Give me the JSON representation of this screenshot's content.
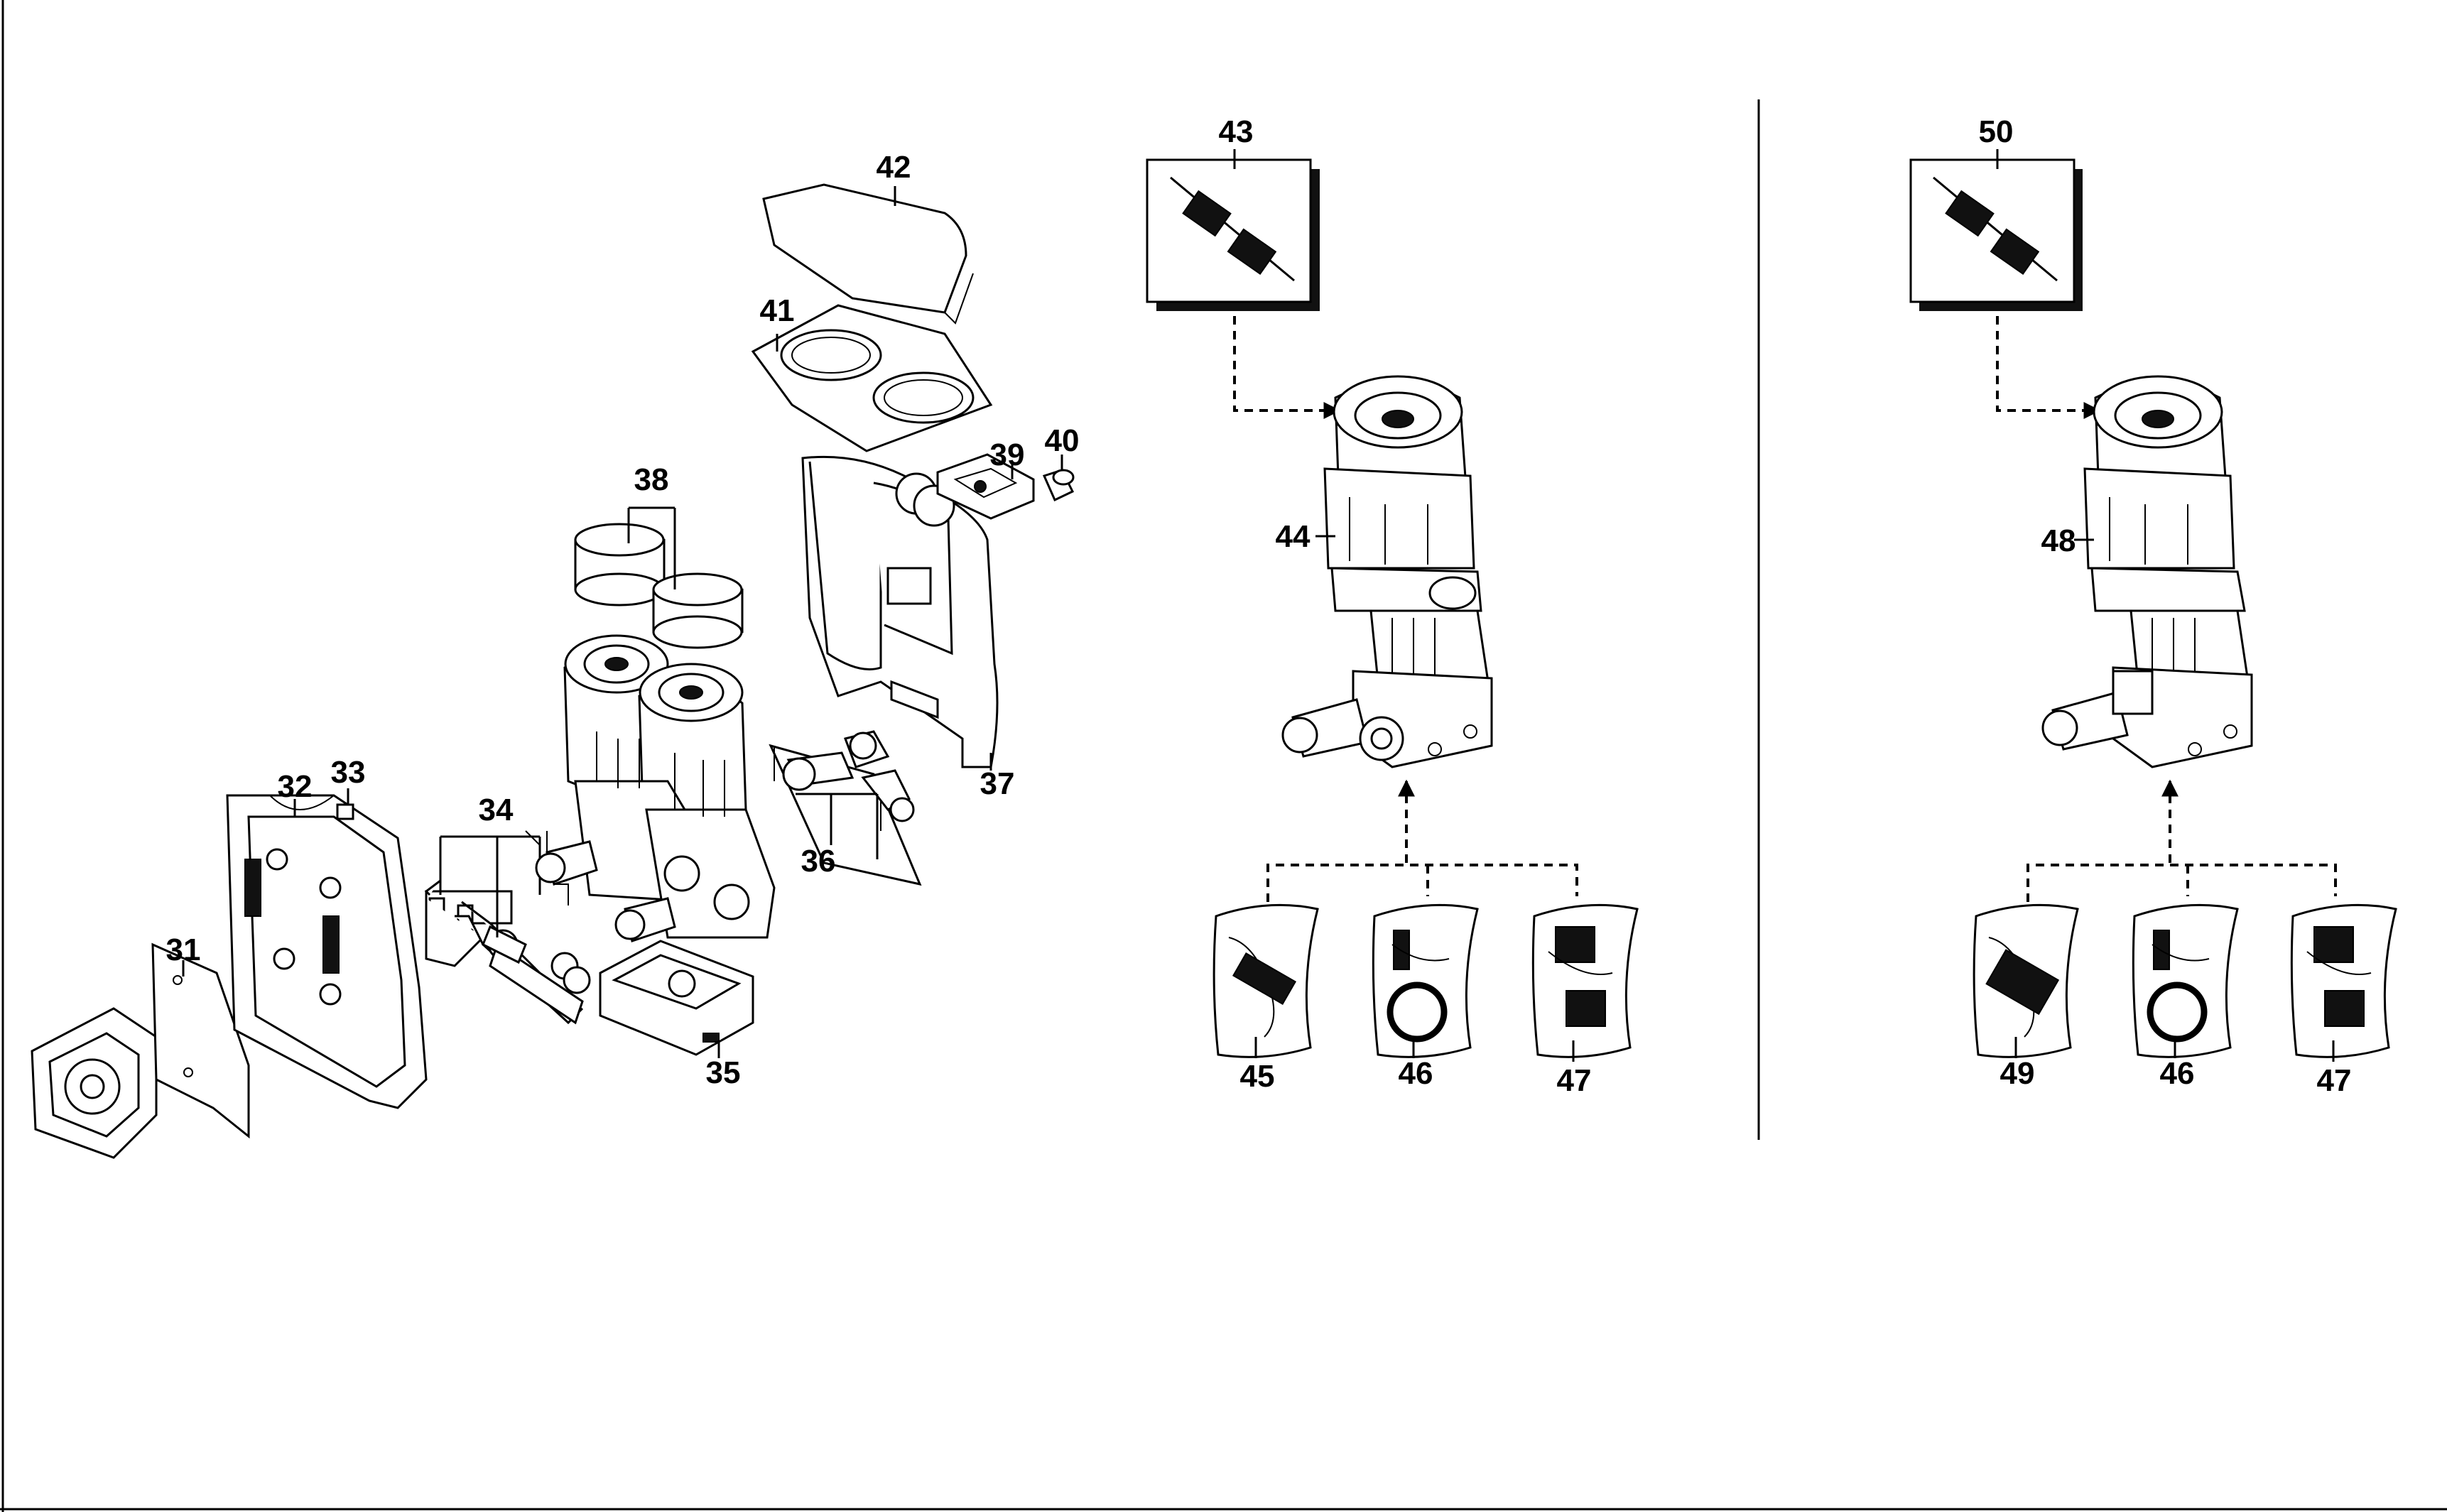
{
  "diagram": {
    "labels": {
      "p31": "31",
      "p32": "32",
      "p33": "33",
      "p34": "34",
      "p35": "35",
      "p36": "36",
      "p37": "37",
      "p38": "38",
      "p39": "39",
      "p40": "40",
      "p41": "41",
      "p42": "42",
      "p43": "43",
      "p44": "44",
      "p45": "45",
      "p46": "46",
      "p47": "47",
      "p48": "48",
      "p49": "49",
      "p50": "50",
      "p46b": "46",
      "p47b": "47"
    }
  }
}
